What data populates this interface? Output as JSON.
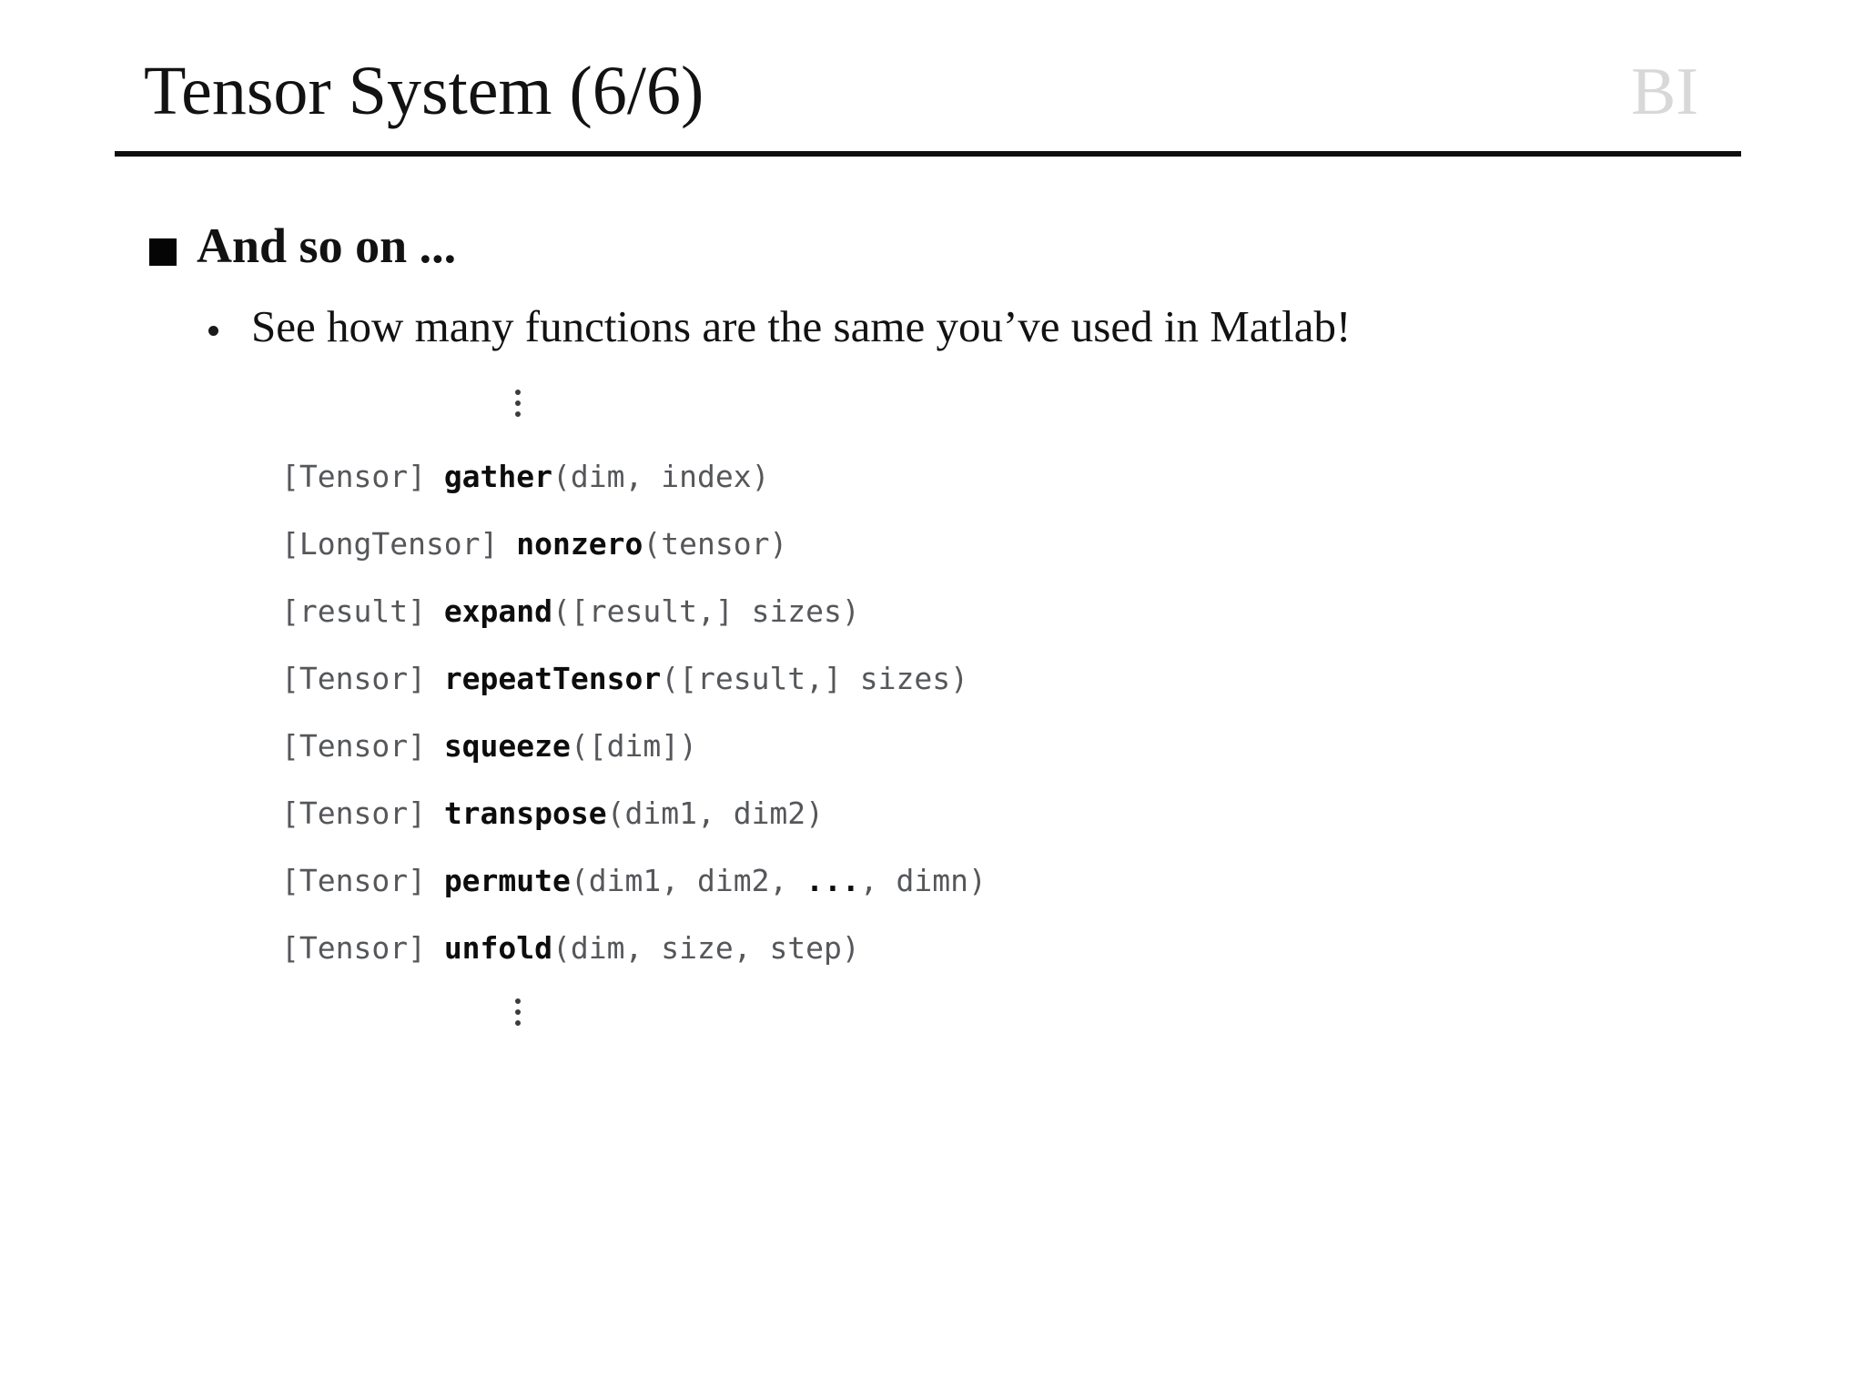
{
  "header": {
    "title": "Tensor System (6/6)",
    "logo": "BI"
  },
  "content": {
    "bullet": "And so on ...",
    "sub_bullet": "See how many functions are the same you’ve used in Matlab!"
  },
  "code": {
    "lines": [
      {
        "segments": [
          {
            "text": "[Tensor] ",
            "style": "plain"
          },
          {
            "text": "gather",
            "style": "bold"
          },
          {
            "text": "(dim, index)",
            "style": "plain"
          }
        ]
      },
      {
        "segments": [
          {
            "text": "[LongTensor] ",
            "style": "plain"
          },
          {
            "text": "nonzero",
            "style": "bold"
          },
          {
            "text": "(tensor)",
            "style": "plain"
          }
        ]
      },
      {
        "segments": [
          {
            "text": "[result] ",
            "style": "plain"
          },
          {
            "text": "expand",
            "style": "bold"
          },
          {
            "text": "([result,] sizes)",
            "style": "plain"
          }
        ]
      },
      {
        "segments": [
          {
            "text": "[Tensor] ",
            "style": "plain"
          },
          {
            "text": "repeatTensor",
            "style": "bold"
          },
          {
            "text": "([result,] sizes)",
            "style": "plain"
          }
        ]
      },
      {
        "segments": [
          {
            "text": "[Tensor] ",
            "style": "plain"
          },
          {
            "text": "squeeze",
            "style": "bold"
          },
          {
            "text": "([dim])",
            "style": "plain"
          }
        ]
      },
      {
        "segments": [
          {
            "text": "[Tensor] ",
            "style": "plain"
          },
          {
            "text": "transpose",
            "style": "bold"
          },
          {
            "text": "(dim1, dim2)",
            "style": "plain"
          }
        ]
      },
      {
        "segments": [
          {
            "text": "[Tensor] ",
            "style": "plain"
          },
          {
            "text": "permute",
            "style": "bold"
          },
          {
            "text": "(dim1, dim2, ",
            "style": "plain"
          },
          {
            "text": "...",
            "style": "bold"
          },
          {
            "text": ", dimn)",
            "style": "plain"
          }
        ]
      },
      {
        "segments": [
          {
            "text": "[Tensor] ",
            "style": "plain"
          },
          {
            "text": "unfold",
            "style": "bold"
          },
          {
            "text": "(dim, size, step)",
            "style": "plain"
          }
        ]
      }
    ]
  },
  "colors": {
    "text": "#121212",
    "logo_gray": "#d8d8d8",
    "code_plain": "#55575a",
    "code_bold": "#0d0d0d"
  }
}
